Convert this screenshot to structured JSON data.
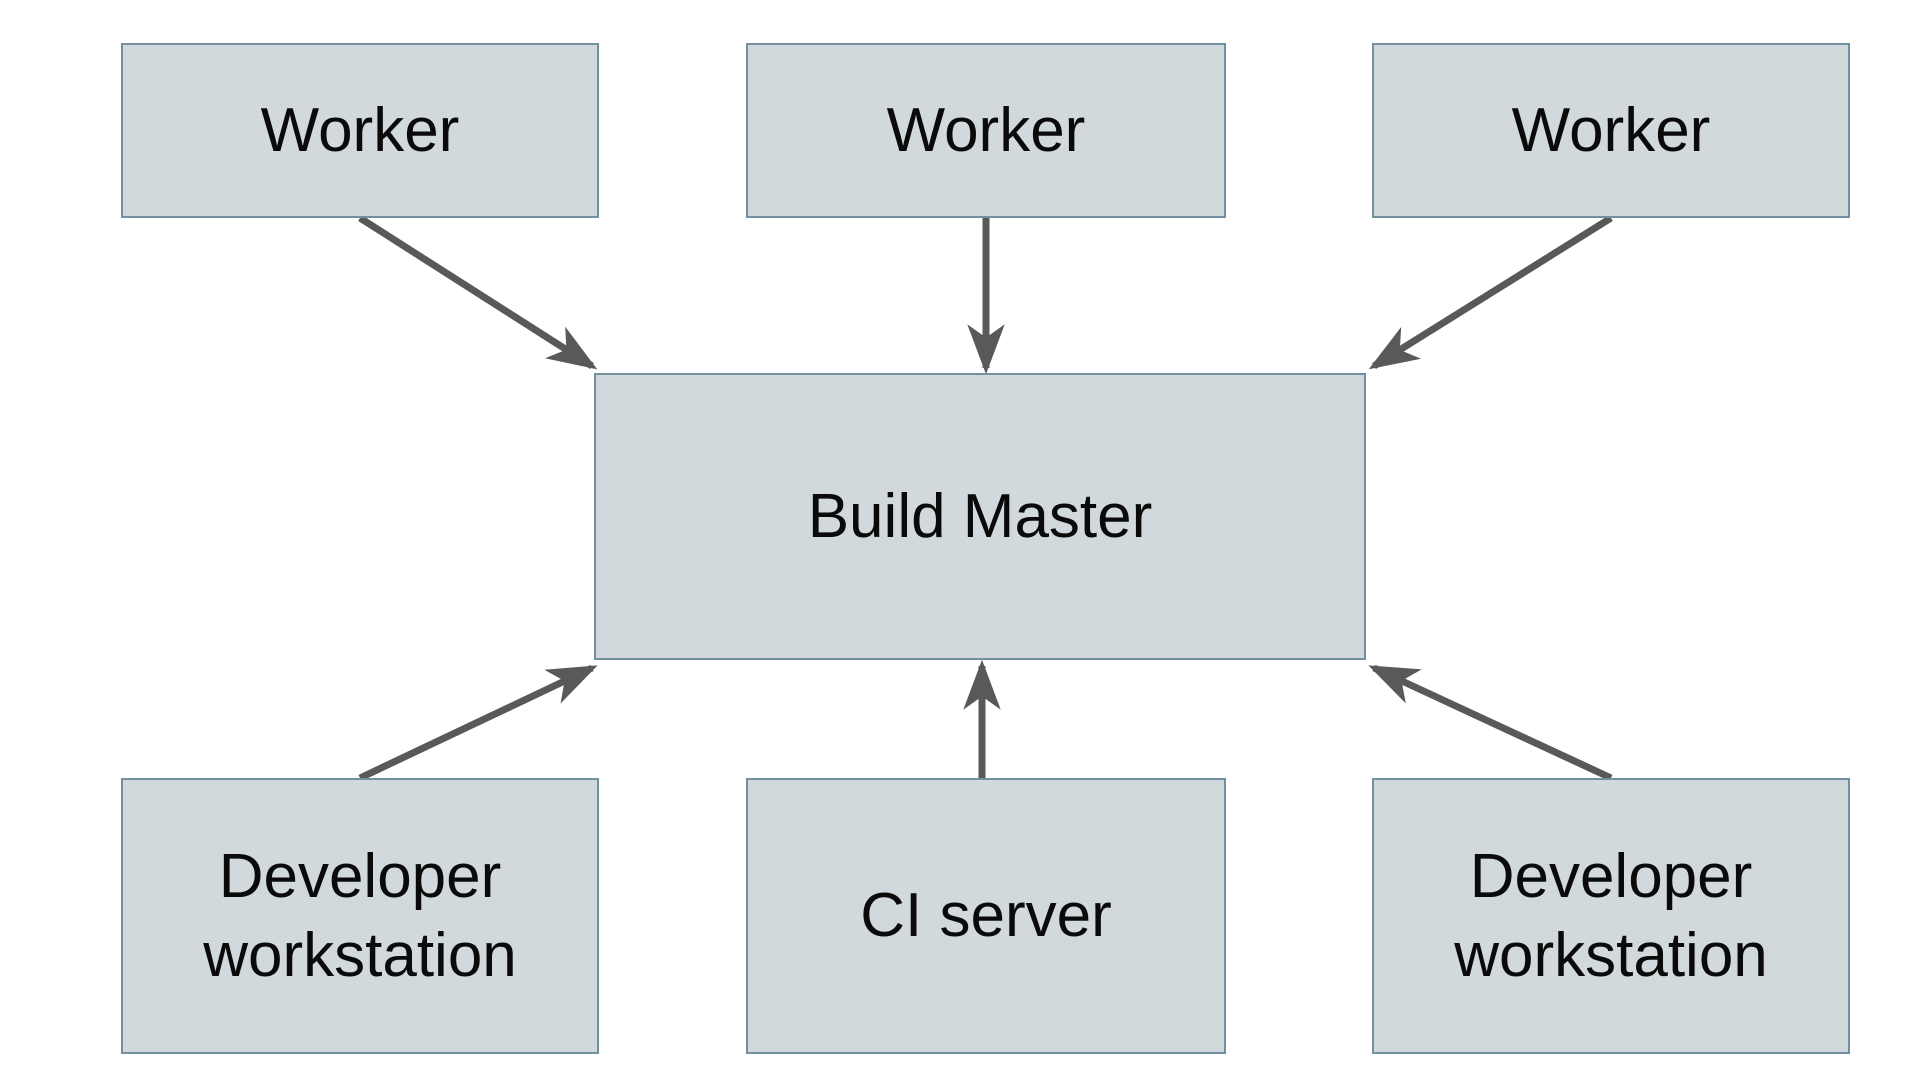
{
  "diagram": {
    "nodes": {
      "worker1": {
        "label": "Worker"
      },
      "worker2": {
        "label": "Worker"
      },
      "worker3": {
        "label": "Worker"
      },
      "build_master": {
        "label": "Build Master"
      },
      "dev_ws1": {
        "label": "Developer workstation"
      },
      "ci_server": {
        "label": "CI server"
      },
      "dev_ws2": {
        "label": "Developer workstation"
      }
    },
    "edges": [
      {
        "from": "worker1",
        "to": "build_master"
      },
      {
        "from": "worker2",
        "to": "build_master"
      },
      {
        "from": "worker3",
        "to": "build_master"
      },
      {
        "from": "dev_ws1",
        "to": "build_master"
      },
      {
        "from": "ci_server",
        "to": "build_master"
      },
      {
        "from": "dev_ws2",
        "to": "build_master"
      }
    ],
    "colors": {
      "node_fill": "#d2d9dc",
      "node_border": "#73909e",
      "arrow": "#595959",
      "text": "#0a0a0a",
      "background": "#ffffff"
    }
  }
}
